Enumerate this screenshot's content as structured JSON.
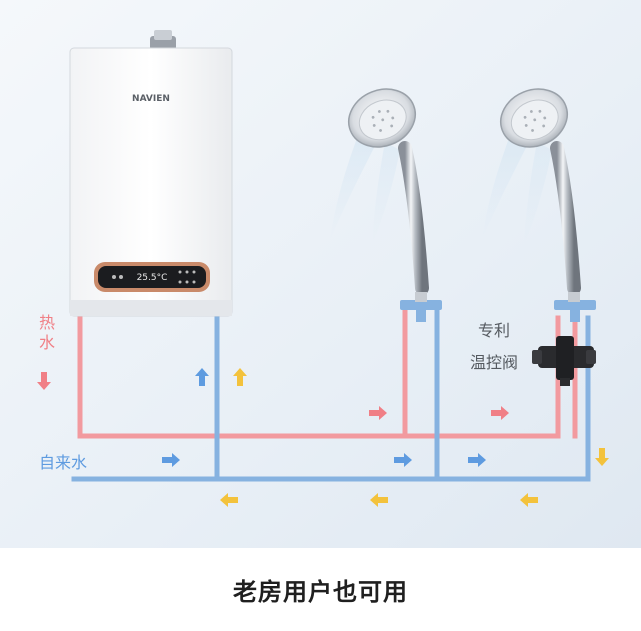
{
  "brand": "NAVIEN",
  "display_temp": "25.5°C",
  "labels": {
    "hot_water": "热水",
    "cold_water": "自来水",
    "valve": "专利温控阀"
  },
  "caption": "老房用户也可用",
  "colors": {
    "hot_pipe": "#f29a9f",
    "cold_pipe": "#86b2e0",
    "hot_arrow": "#f07f86",
    "cold_arrow": "#5e9be0",
    "flow_arrow_yellow": "#f3c23c",
    "heater_trim": "#c98a6a",
    "background_top": "#eef4f9"
  },
  "icons": [
    "water-heater-icon",
    "shower-head-icon",
    "thermostatic-valve-icon",
    "flow-arrow-icon"
  ]
}
